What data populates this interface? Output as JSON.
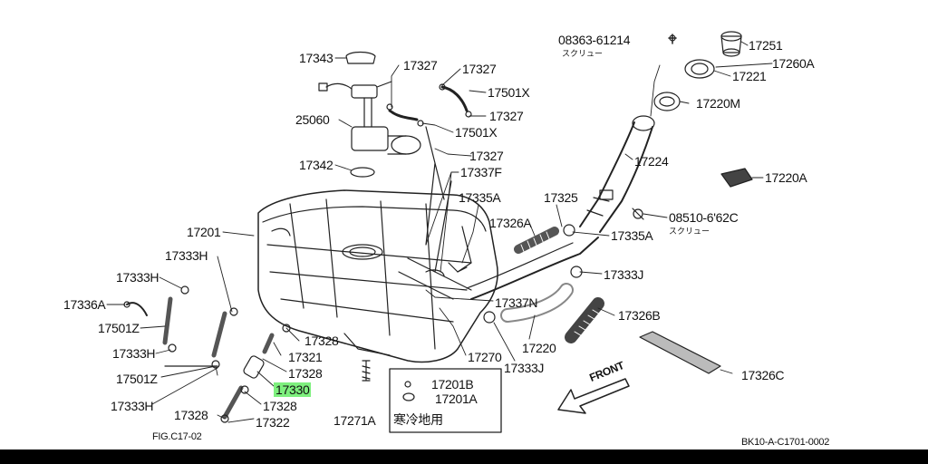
{
  "part_labels": [
    {
      "id": "p17343",
      "text": "17343"
    },
    {
      "id": "p17327a",
      "text": "17327"
    },
    {
      "id": "p17327b",
      "text": "17327"
    },
    {
      "id": "p17501x_a",
      "text": "17501X"
    },
    {
      "id": "p25060",
      "text": "25060"
    },
    {
      "id": "p17327c",
      "text": "17327"
    },
    {
      "id": "p17501x_b",
      "text": "17501X"
    },
    {
      "id": "p17327d",
      "text": "17327"
    },
    {
      "id": "p17342",
      "text": "17342"
    },
    {
      "id": "p17337f",
      "text": "17337F"
    },
    {
      "id": "p17335a_a",
      "text": "17335A"
    },
    {
      "id": "p17325",
      "text": "17325"
    },
    {
      "id": "p17326a",
      "text": "17326A"
    },
    {
      "id": "p17335a_b",
      "text": "17335A"
    },
    {
      "id": "p17201",
      "text": "17201"
    },
    {
      "id": "p17333h_a",
      "text": "17333H"
    },
    {
      "id": "p17333h_b",
      "text": "17333H"
    },
    {
      "id": "p17336a",
      "text": "17336A"
    },
    {
      "id": "p17501z_a",
      "text": "17501Z"
    },
    {
      "id": "p17333h_c",
      "text": "17333H"
    },
    {
      "id": "p17501z_b",
      "text": "17501Z"
    },
    {
      "id": "p17333h_d",
      "text": "17333H"
    },
    {
      "id": "p17328a",
      "text": "17328"
    },
    {
      "id": "p17321",
      "text": "17321"
    },
    {
      "id": "p17328b",
      "text": "17328"
    },
    {
      "id": "p17330",
      "text": "17330"
    },
    {
      "id": "p17328c",
      "text": "17328"
    },
    {
      "id": "p17328d",
      "text": "17328"
    },
    {
      "id": "p17322",
      "text": "17322"
    },
    {
      "id": "p17271a",
      "text": "17271A"
    },
    {
      "id": "p17201b",
      "text": "17201B"
    },
    {
      "id": "p17201a",
      "text": "17201A"
    },
    {
      "id": "p17270",
      "text": "17270"
    },
    {
      "id": "p17337n",
      "text": "17337N"
    },
    {
      "id": "p17220",
      "text": "17220"
    },
    {
      "id": "p17333j_a",
      "text": "17333J"
    },
    {
      "id": "p17333j_b",
      "text": "17333J"
    },
    {
      "id": "p17326b",
      "text": "17326B"
    },
    {
      "id": "p17326c",
      "text": "17326C"
    },
    {
      "id": "p08363",
      "text": "08363-61214"
    },
    {
      "id": "p17251",
      "text": "17251"
    },
    {
      "id": "p17260a",
      "text": "17260A"
    },
    {
      "id": "p17221",
      "text": "17221"
    },
    {
      "id": "p17220m",
      "text": "17220M"
    },
    {
      "id": "p17224",
      "text": "17224"
    },
    {
      "id": "p17220a",
      "text": "17220A"
    },
    {
      "id": "p08510",
      "text": "08510-6'62C"
    }
  ],
  "annotations": {
    "screw_1": "スクリュー",
    "screw_2": "スクリュー",
    "cold_region": "寒冷地用",
    "front": "FRONT",
    "fig_ref": "FIG.C17-02",
    "drawing_code": "BK10-A-C1701-0002"
  },
  "highlight": {
    "part": "17330",
    "color": "#7ef07e"
  }
}
